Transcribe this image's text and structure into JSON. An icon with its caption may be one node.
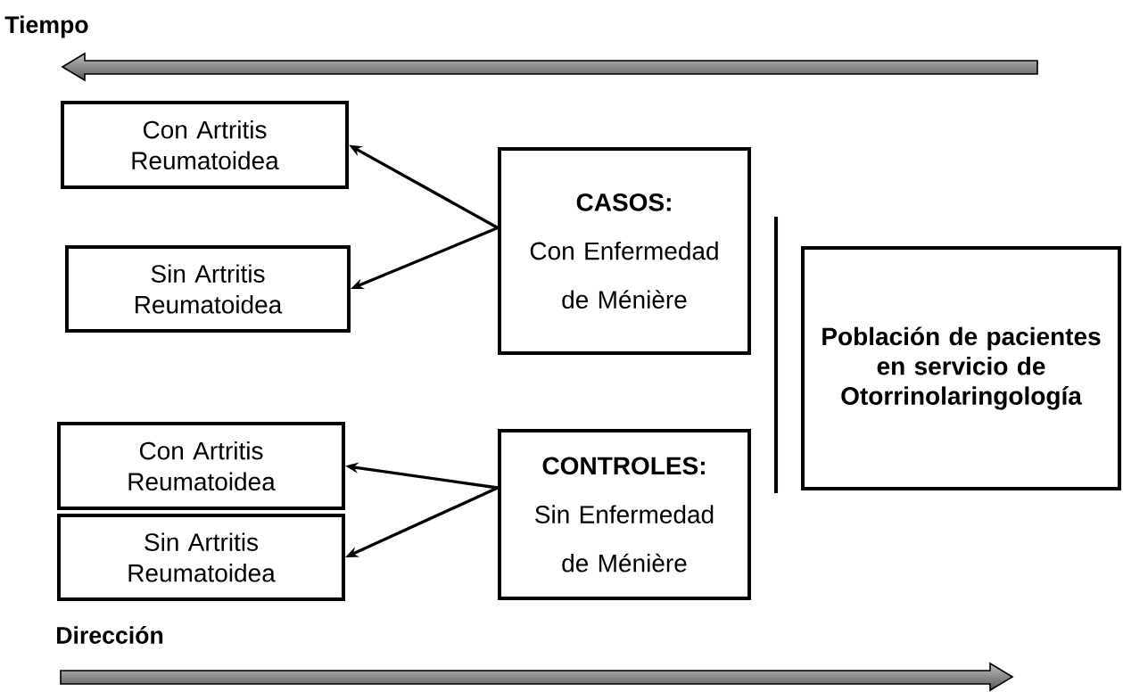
{
  "diagram": {
    "nodes": [
      {
        "text": [
          "Con Artritis Reumatoidea"
        ]
      },
      {
        "text": [
          "Sin Artritis Reumatoidea"
        ]
      },
      {
        "text": [
          "CASOS:",
          "Con Enfermedad de Ménière"
        ]
      },
      {
        "text": [
          "Con Artritis Reumatoidea"
        ]
      },
      {
        "text": [
          "Sin Artritis Reumatoidea"
        ]
      },
      {
        "text": [
          "CONTROLES:",
          "Sin Enfermedad de Ménière"
        ]
      },
      {
        "text": [
          "Población de pacientes en servicio de Otorrinolaringología"
        ]
      }
    ],
    "edges": [
      {
        "from": 2,
        "to": 0,
        "arrow": "to"
      },
      {
        "from": 2,
        "to": 1,
        "arrow": "to"
      },
      {
        "from": 5,
        "to": 3,
        "arrow": "to"
      },
      {
        "from": 5,
        "to": 4,
        "arrow": "to"
      }
    ],
    "labels": [
      "Tiempo",
      "Dirección"
    ]
  }
}
